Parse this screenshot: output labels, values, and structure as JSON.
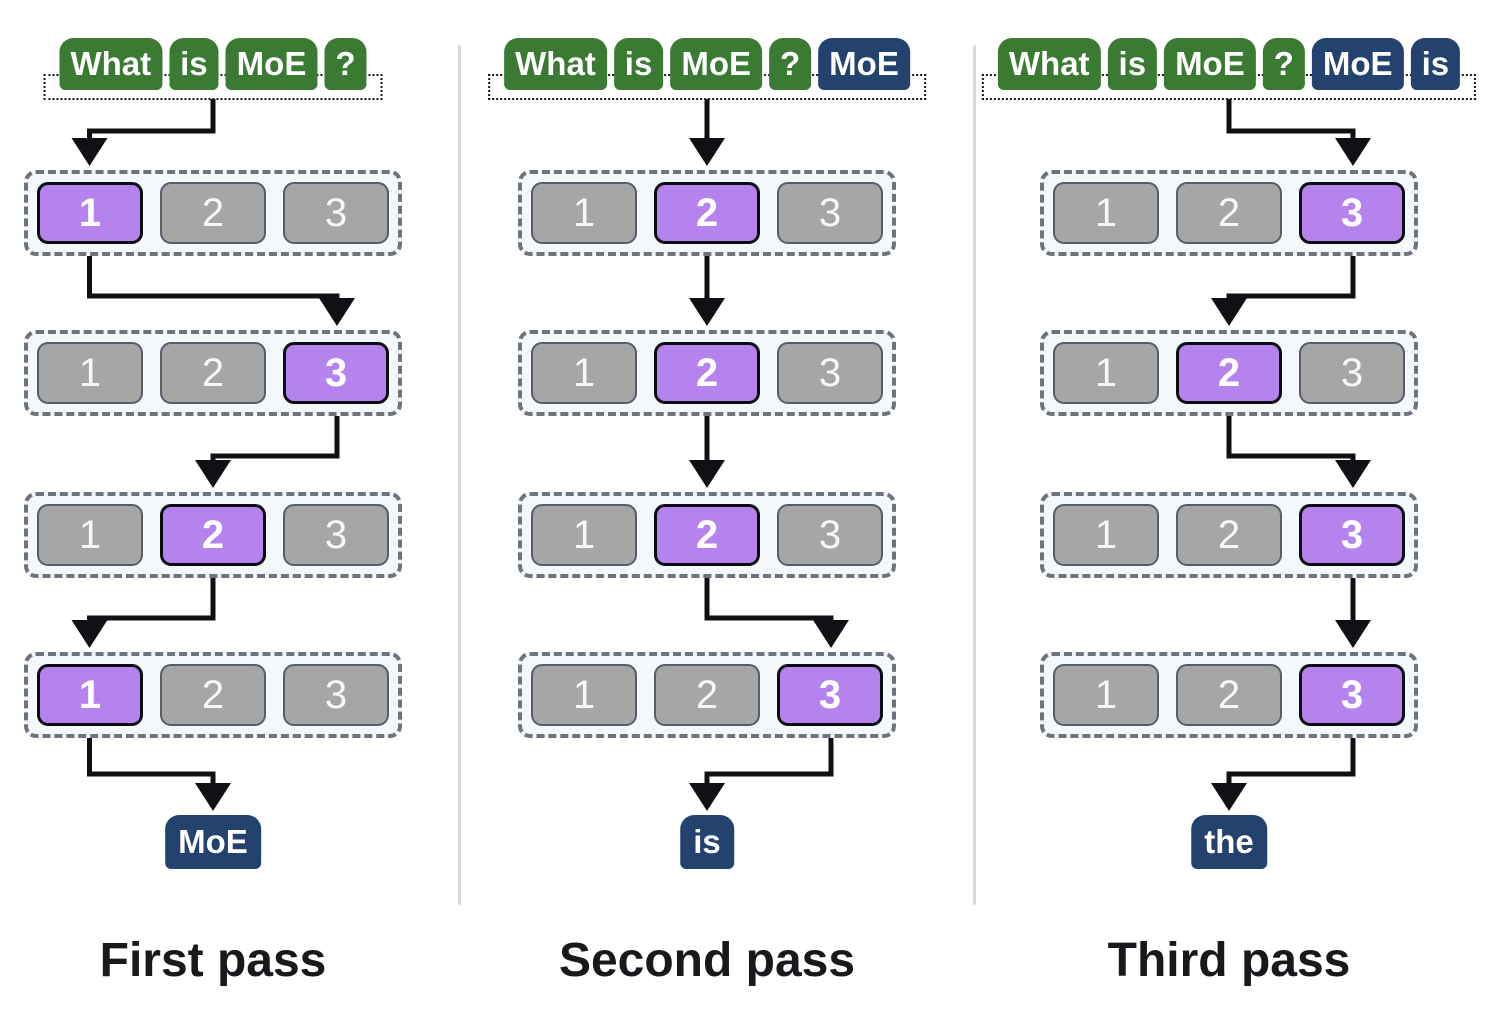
{
  "colors": {
    "prompt_token_green": "#3b7a33",
    "generated_token_navy": "#24426e",
    "expert_selected_purple": "#b583ee",
    "expert_idle_gray": "#a6a6a6",
    "expert_idle_border": "#565e6b",
    "expert_row_bg": "#f4f8fa",
    "expert_row_border": "#6d747e",
    "arrow_black": "#101114",
    "divider_gray": "#d8d8d8",
    "caption_text": "#17191c"
  },
  "experts": [
    "1",
    "2",
    "3"
  ],
  "columns": [
    {
      "caption": "First pass",
      "input_tokens": [
        {
          "text": "What",
          "type": "prompt"
        },
        {
          "text": "is",
          "type": "prompt"
        },
        {
          "text": "MoE",
          "type": "prompt"
        },
        {
          "text": "?",
          "type": "prompt"
        }
      ],
      "layers": [
        {
          "selected": 1
        },
        {
          "selected": 3
        },
        {
          "selected": 2
        },
        {
          "selected": 1
        }
      ],
      "output_token": "MoE"
    },
    {
      "caption": "Second pass",
      "input_tokens": [
        {
          "text": "What",
          "type": "prompt"
        },
        {
          "text": "is",
          "type": "prompt"
        },
        {
          "text": "MoE",
          "type": "prompt"
        },
        {
          "text": "?",
          "type": "prompt"
        },
        {
          "text": "MoE",
          "type": "generated"
        }
      ],
      "layers": [
        {
          "selected": 2
        },
        {
          "selected": 2
        },
        {
          "selected": 2
        },
        {
          "selected": 3
        }
      ],
      "output_token": "is"
    },
    {
      "caption": "Third pass",
      "input_tokens": [
        {
          "text": "What",
          "type": "prompt"
        },
        {
          "text": "is",
          "type": "prompt"
        },
        {
          "text": "MoE",
          "type": "prompt"
        },
        {
          "text": "?",
          "type": "prompt"
        },
        {
          "text": "MoE",
          "type": "generated"
        },
        {
          "text": "is",
          "type": "generated"
        }
      ],
      "layers": [
        {
          "selected": 3
        },
        {
          "selected": 2
        },
        {
          "selected": 3
        },
        {
          "selected": 3
        }
      ],
      "output_token": "the"
    }
  ]
}
